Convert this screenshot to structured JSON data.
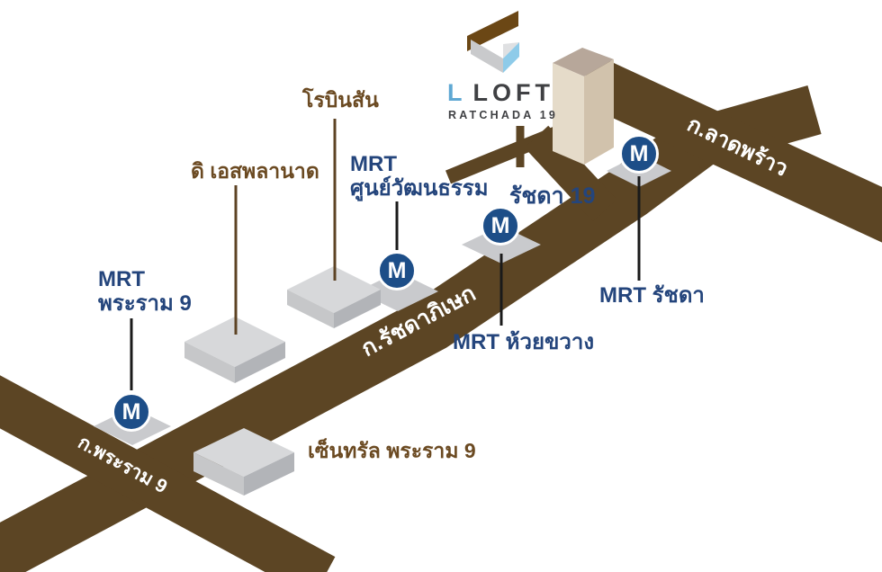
{
  "logo": {
    "brand_first_letter": "L",
    "brand_rest": "LOFT",
    "subtitle": "RATCHADA 19"
  },
  "roads": {
    "ratchadaphisek": {
      "label": "ก.รัชดาภิเษก"
    },
    "ladprao": {
      "label": "ก.ลาดพร้าว"
    },
    "rama9": {
      "label": "ก.พระราม 9"
    },
    "soi_ratchada19": {
      "label": "รัชดา 19"
    }
  },
  "stations": [
    {
      "id": "mrt-rama9",
      "label1": "MRT",
      "label2": "พระราม 9",
      "marker": "M"
    },
    {
      "id": "mrt-cultural-centre",
      "label1": "MRT",
      "label2": "ศูนย์วัฒนธรรม",
      "marker": "M"
    },
    {
      "id": "mrt-huai-khwang",
      "label1": "MRT ห้วยขวาง",
      "marker": "M"
    },
    {
      "id": "mrt-ratchada",
      "label1": "MRT รัชดา",
      "marker": "M"
    }
  ],
  "places": [
    {
      "id": "esplanade",
      "label": "ดิ เอสพลานาด"
    },
    {
      "id": "robinson",
      "label": "โรบินสัน"
    },
    {
      "id": "central-rama9",
      "label": "เซ็นทรัล พระราม 9"
    }
  ],
  "colors": {
    "road_brown": "#5c4524",
    "navy_text": "#24457c",
    "brown_text": "#6b4a22",
    "marker_blue": "#1d4e88",
    "logo_blue": "#5fa8d3",
    "logo_dark": "#3f4043",
    "logo_mark_blue": "#8ecbe9",
    "logo_mark_brown": "#6b4715",
    "block_gray": "#d7d8da",
    "tower_beige": "#e5dbc9"
  }
}
